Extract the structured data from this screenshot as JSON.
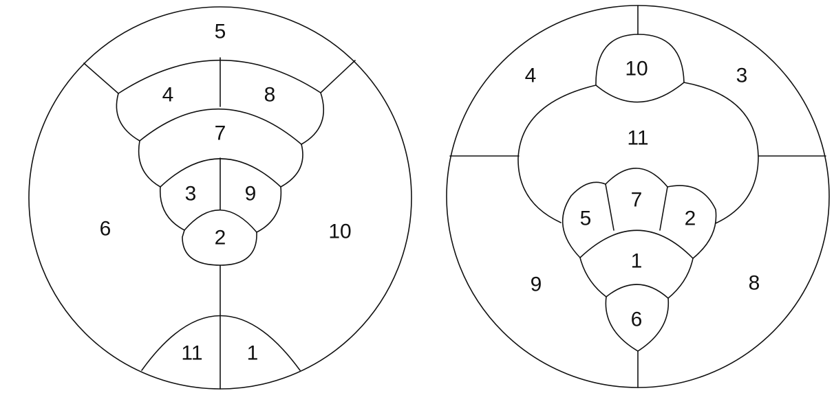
{
  "diagrams": [
    {
      "id": "left",
      "regions": [
        "5",
        "4",
        "8",
        "7",
        "3",
        "9",
        "2",
        "6",
        "10",
        "11",
        "1"
      ]
    },
    {
      "id": "right",
      "regions": [
        "10",
        "4",
        "3",
        "11",
        "7",
        "5",
        "2",
        "1",
        "9",
        "8",
        "6"
      ]
    }
  ],
  "colors": {
    "stroke": "#111111",
    "background": "#ffffff"
  }
}
